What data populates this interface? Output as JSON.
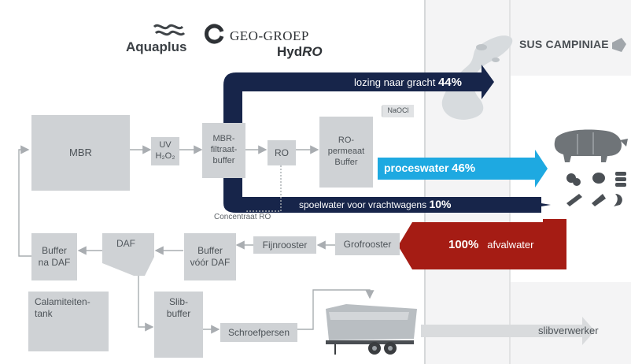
{
  "logos": {
    "aquaplus": "Aquaplus",
    "geo_groep": "GEO-GROEP",
    "hydro_prefix": "Hyd",
    "hydro_suffix": "RO",
    "sus_campiniae": "SUS CAMPINIAE"
  },
  "nodes": {
    "mbr": "MBR",
    "uv": "UV",
    "uv_sub": "H₂O₂",
    "mbr_filtraat": "MBR-\nfiltraat-\nbuffer",
    "ro": "RO",
    "ro_permeaat": "RO-\npermeaat\nBuffer",
    "naocl": "NaOCl",
    "buffer_na_daf": "Buffer\nna DAF",
    "daf": "DAF",
    "buffer_voor_daf": "Buffer\nvóór DAF",
    "fijnrooster": "Fijnrooster",
    "grofrooster": "Grofrooster",
    "calamiteitentank": "Calamiteiten-\ntank",
    "slibbuffer": "Slib-\nbuffer",
    "schroefpersen": "Schroefpersen",
    "concentraat_ro": "Concentraat RO"
  },
  "flows": {
    "lozing_text": "lozing naar gracht",
    "lozing_pct": "44%",
    "proces_text": "proceswater",
    "proces_pct": "46%",
    "spoel_text": "spoelwater voor vrachtwagens",
    "spoel_pct": "10%",
    "afval_pct": "100%",
    "afval_text": "afvalwater",
    "slib_text": "slibverwerker"
  },
  "colors": {
    "dark_navy": "#17254a",
    "light_blue": "#1ea9e1",
    "dark_red": "#a51c14",
    "box_gray": "#cfd2d5",
    "connector_gray": "#b5b9bd"
  }
}
